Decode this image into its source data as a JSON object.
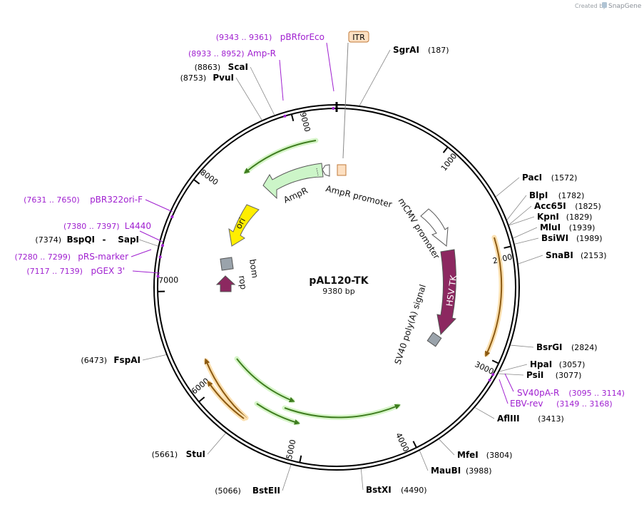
{
  "plasmid": {
    "name": "pAL120-TK",
    "length_label": "9380 bp",
    "total_bp": 9380
  },
  "credit": {
    "text": "Created by",
    "brand": "SnapGene"
  },
  "ticks": [
    {
      "label": "1000",
      "bp": 1000
    },
    {
      "label": "2000",
      "bp": 2000
    },
    {
      "label": "3000",
      "bp": 3000
    },
    {
      "label": "4000",
      "bp": 4000
    },
    {
      "label": "5000",
      "bp": 5000
    },
    {
      "label": "6000",
      "bp": 6000
    },
    {
      "label": "7000",
      "bp": 7000
    },
    {
      "label": "8000",
      "bp": 8000
    },
    {
      "label": "9000",
      "bp": 9000
    }
  ],
  "sites": [
    {
      "name": "SgrAI",
      "pos": "(187)",
      "bp": 187,
      "side": "right"
    },
    {
      "name": "PacI",
      "pos": "(1572)",
      "bp": 1572,
      "side": "right"
    },
    {
      "name": "BlpI",
      "pos": "(1782)",
      "bp": 1782,
      "side": "right"
    },
    {
      "name": "Acc65I",
      "pos": "(1825)",
      "bp": 1825,
      "side": "right"
    },
    {
      "name": "KpnI",
      "pos": "(1829)",
      "bp": 1829,
      "side": "right"
    },
    {
      "name": "MluI",
      "pos": "(1939)",
      "bp": 1939,
      "side": "right"
    },
    {
      "name": "BsiWI",
      "pos": "(1989)",
      "bp": 1989,
      "side": "right"
    },
    {
      "name": "SnaBI",
      "pos": "(2153)",
      "bp": 2153,
      "side": "right"
    },
    {
      "name": "BsrGI",
      "pos": "(2824)",
      "bp": 2824,
      "side": "right"
    },
    {
      "name": "HpaI",
      "pos": "(3057)",
      "bp": 3057,
      "side": "right"
    },
    {
      "name": "PsiI",
      "pos": "(3077)",
      "bp": 3077,
      "side": "right"
    },
    {
      "name": "AflIII",
      "pos": "(3413)",
      "bp": 3413,
      "side": "right"
    },
    {
      "name": "MfeI",
      "pos": "(3804)",
      "bp": 3804,
      "side": "right"
    },
    {
      "name": "MauBI",
      "pos": "(3988)",
      "bp": 3988,
      "side": "right"
    },
    {
      "name": "BstXI",
      "pos": "(4490)",
      "bp": 4490,
      "side": "right"
    },
    {
      "name": "BstEII",
      "pos": "(5066)",
      "bp": 5066,
      "side": "left"
    },
    {
      "name": "StuI",
      "pos": "(5661)",
      "bp": 5661,
      "side": "left"
    },
    {
      "name": "FspAI",
      "pos": "(6473)",
      "bp": 6473,
      "side": "left"
    },
    {
      "name": "BspQI",
      "pos": "(7374)",
      "bp": 7374,
      "side": "left",
      "extra": "SapI"
    },
    {
      "name": "PvuI",
      "pos": "(8753)",
      "bp": 8753,
      "side": "left"
    },
    {
      "name": "ScaI",
      "pos": "(8863)",
      "bp": 8863,
      "side": "left"
    }
  ],
  "primers": [
    {
      "name": "pBRforEco",
      "range": "(9343 .. 9361)",
      "bp": 9352,
      "side": "left"
    },
    {
      "name": "Amp-R",
      "range": "(8933 .. 8952)",
      "bp": 8942,
      "side": "left"
    },
    {
      "name": "pBR322ori-F",
      "range": "(7631 .. 7650)",
      "bp": 7640,
      "side": "left"
    },
    {
      "name": "L4440",
      "range": "(7380 .. 7397)",
      "bp": 7388,
      "side": "left"
    },
    {
      "name": "pRS-marker",
      "range": "(7280 .. 7299)",
      "bp": 7290,
      "side": "left"
    },
    {
      "name": "pGEX 3'",
      "range": "(7117 .. 7139)",
      "bp": 7128,
      "side": "left"
    },
    {
      "name": "SV40pA-R",
      "range": "(3095 .. 3114)",
      "bp": 3104,
      "side": "right"
    },
    {
      "name": "EBV-rev",
      "range": "(3149 .. 3168)",
      "bp": 3158,
      "side": "right"
    }
  ],
  "features": {
    "itr": {
      "label": "ITR"
    },
    "ampr": {
      "label": "AmpR",
      "color": "#ccf5c8"
    },
    "ampr_promoter": {
      "label": "AmpR promoter"
    },
    "ori": {
      "label": "ori",
      "color": "#ffee00"
    },
    "bom": {
      "label": "bom"
    },
    "rop": {
      "label": "rop",
      "color": "#8c2860"
    },
    "mcmv_promoter": {
      "label": "mCMV promoter"
    },
    "hsv_tk": {
      "label": "HSV TK",
      "color": "#8c2860"
    },
    "sv40_polya": {
      "label": "SV40 poly(A) signal"
    }
  },
  "colors": {
    "primer": "#a020d0",
    "orf_green": "#7ab648",
    "orf_orange": "#e39a2e",
    "backbone": "#000000"
  }
}
